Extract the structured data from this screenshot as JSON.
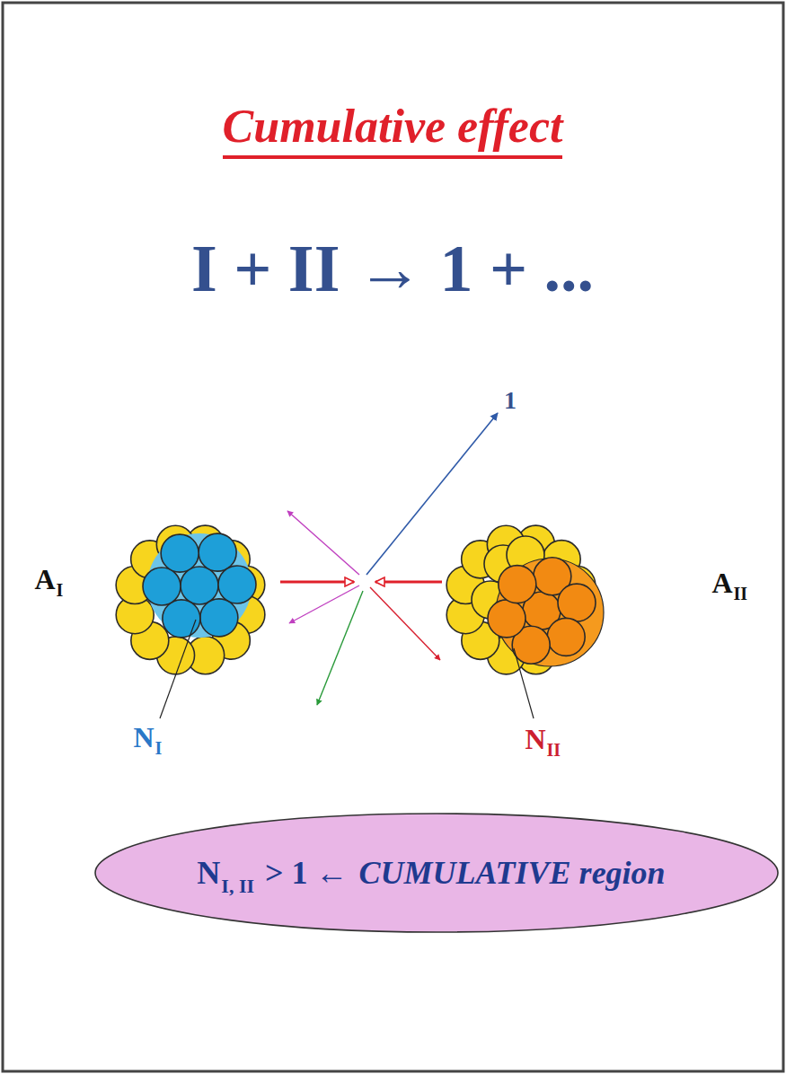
{
  "diagram": {
    "title": "Cumulative effect",
    "nodes": [
      {
        "text": [
          "N",
          "I, II",
          "> 1 ←",
          "CUMULATIVE region"
        ]
      }
    ],
    "labels": [
      "I + II → 1 + ...",
      "1",
      "A",
      "I",
      "A",
      "II",
      "N",
      "I",
      "N",
      "II"
    ]
  }
}
